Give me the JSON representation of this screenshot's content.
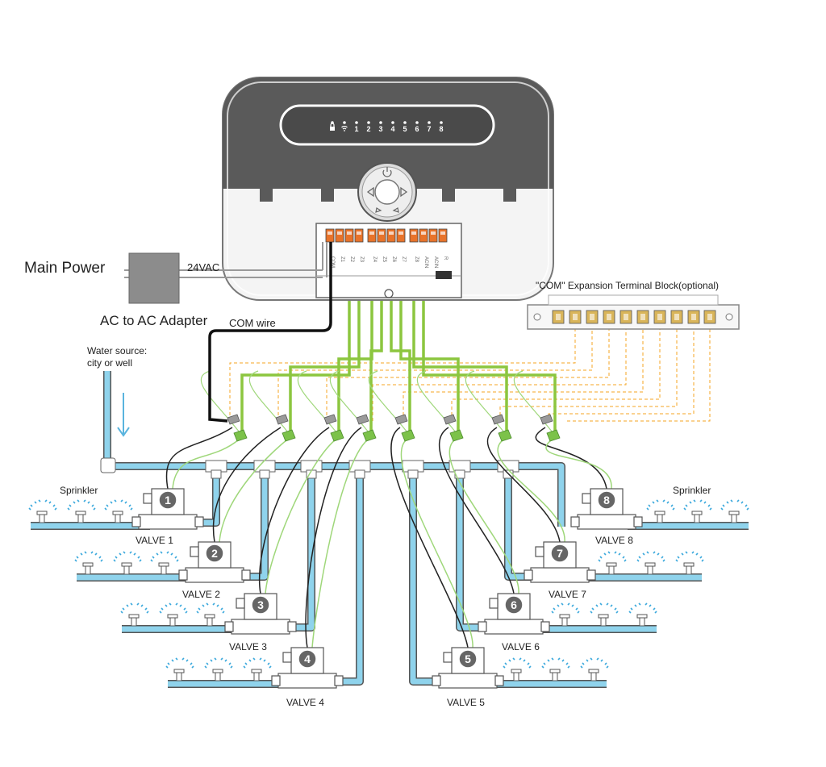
{
  "labels": {
    "main_power": "Main Power",
    "vac": "24VAC",
    "adapter": "AC to AC Adapter",
    "com_wire": "COM wire",
    "water_source_line1": "Water source:",
    "water_source_line2": "city or well",
    "expansion_block": "\"COM\" Expansion Terminal Block(optional)",
    "sprinkler_left": "Sprinkler",
    "sprinkler_right": "Sprinkler"
  },
  "controller": {
    "leds": [
      "1",
      "2",
      "3",
      "4",
      "5",
      "6",
      "7",
      "8"
    ],
    "terminal_labels": [
      "COM",
      "Z1",
      "Z2",
      "Z3",
      "Z4",
      "Z5",
      "Z6",
      "Z7",
      "Z8",
      "ACIN",
      "ACIN",
      "R"
    ]
  },
  "valves": [
    {
      "number": "1",
      "label": "VALVE 1"
    },
    {
      "number": "2",
      "label": "VALVE 2"
    },
    {
      "number": "3",
      "label": "VALVE 3"
    },
    {
      "number": "4",
      "label": "VALVE 4"
    },
    {
      "number": "5",
      "label": "VALVE 5"
    },
    {
      "number": "6",
      "label": "VALVE 6"
    },
    {
      "number": "7",
      "label": "VALVE 7"
    },
    {
      "number": "8",
      "label": "VALVE 8"
    }
  ],
  "colors": {
    "pipe": "#8fd3ec",
    "zone_wire": "#8cc63f",
    "com_wire": "#111111",
    "dashed_com": "#f5a623",
    "controller_top": "#5a5a5a",
    "terminal": "#e8732a",
    "badge": "#666666"
  }
}
